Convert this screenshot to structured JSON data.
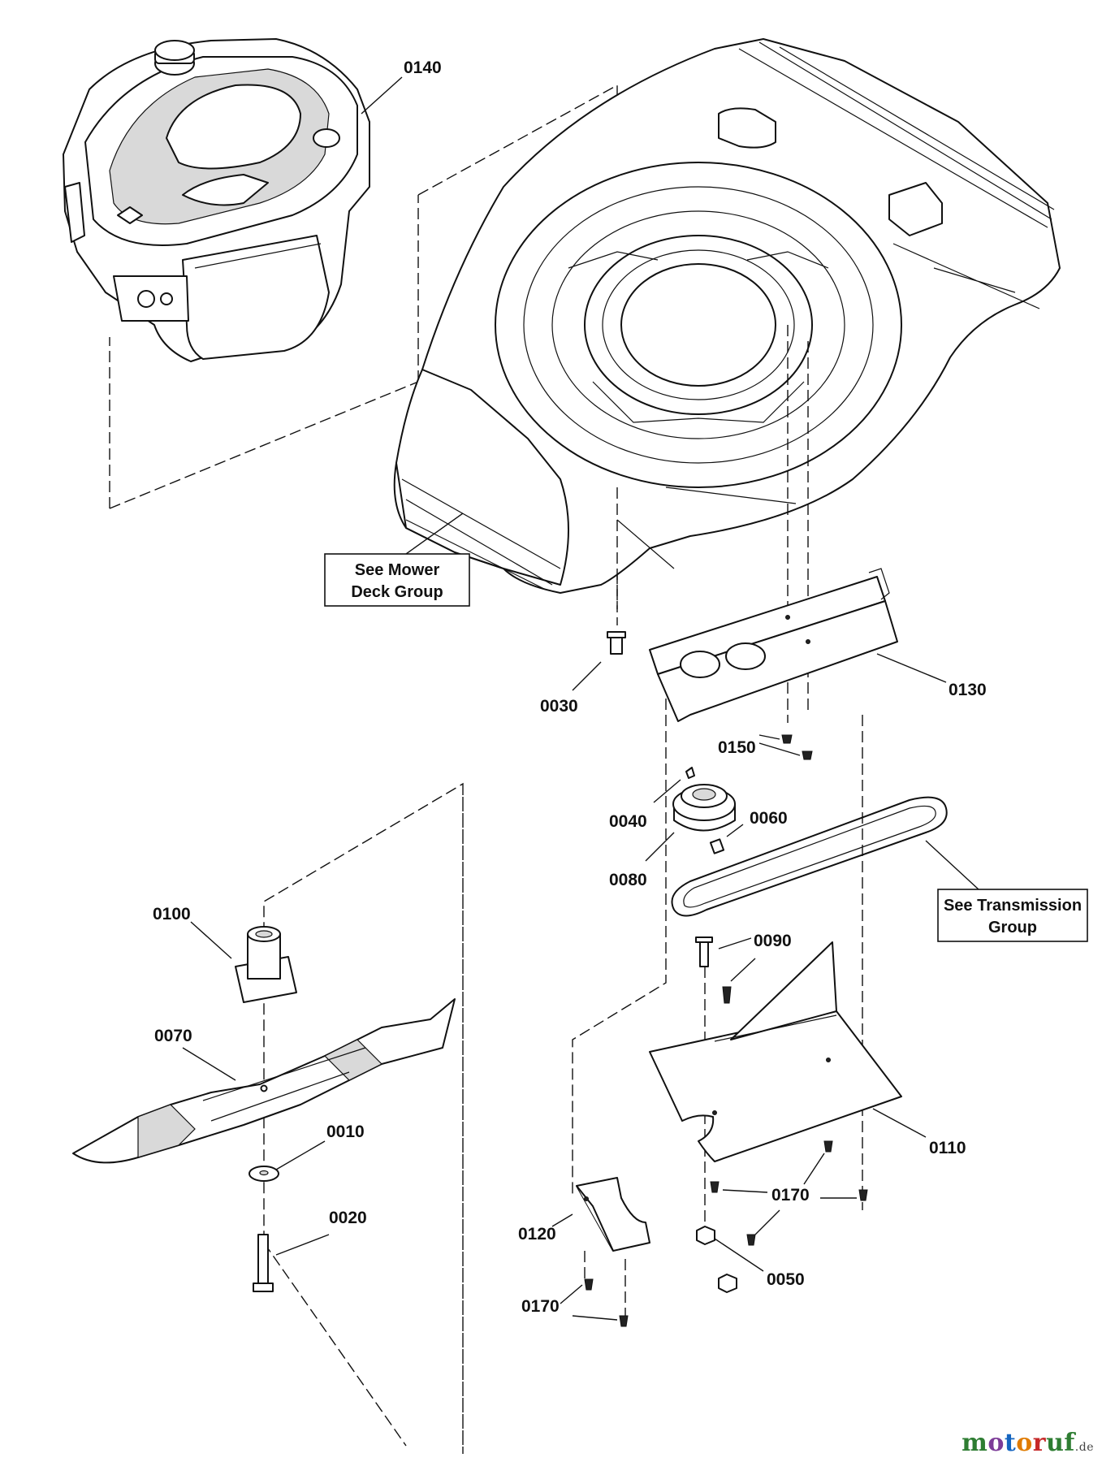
{
  "labels": {
    "p0140": "0140",
    "p0030": "0030",
    "p0130": "0130",
    "p0150": "0150",
    "p0040": "0040",
    "p0060": "0060",
    "p0080": "0080",
    "p0100": "0100",
    "p0090": "0090",
    "p0070": "0070",
    "p0010": "0010",
    "p0110": "0110",
    "p0020": "0020",
    "p0120": "0120",
    "p0170a": "0170",
    "p0050": "0050",
    "p0170b": "0170"
  },
  "refs": {
    "deck_line1": "See Mower",
    "deck_line2": "Deck Group",
    "trans_line1": "See Transmission",
    "trans_line2": "Group"
  },
  "watermark": {
    "parts": [
      "m",
      "o",
      "t",
      "o",
      "r",
      "uf"
    ],
    "tld": ".de"
  }
}
